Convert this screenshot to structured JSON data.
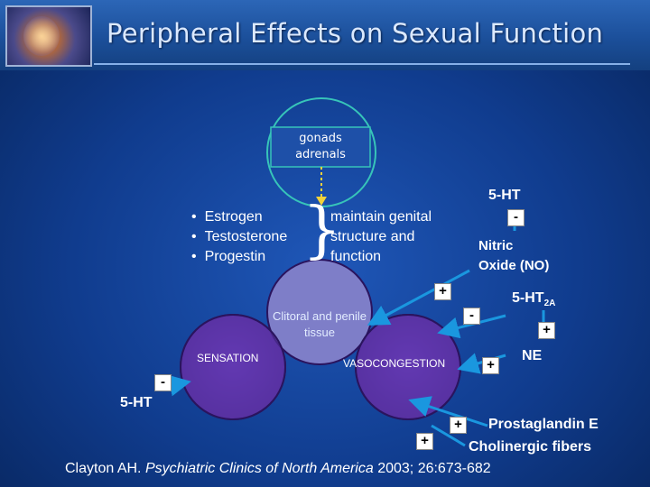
{
  "title": "Peripheral Effects on Sexual Function",
  "source_box": {
    "line1": "gonads",
    "line2": "adrenals"
  },
  "hormones": [
    "Estrogen",
    "Testosterone",
    "Progestin"
  ],
  "hormone_effect": {
    "line1": "maintain genital",
    "line2": "structure and",
    "line3": "function"
  },
  "circles": {
    "center": "Clitoral and penile tissue",
    "left": "SENSATION",
    "right": "VASOCONGESTION"
  },
  "nitric_oxide": {
    "modulator": "5-HT",
    "modulator_sign": "-",
    "line1": "Nitric",
    "line2": "Oxide (NO)",
    "sign_to_tissue": "+"
  },
  "ht2a": {
    "label": "5-HT",
    "subscript": "2A",
    "sign_from": "-",
    "sign_to": "+"
  },
  "ne": {
    "label": "NE",
    "sign": "+"
  },
  "left_modulator": {
    "label": "5-HT",
    "sign": "-"
  },
  "prostaglandin": {
    "line1": "Prostaglandin E",
    "line2": "Cholinergic fibers",
    "sign1": "+",
    "sign2": "+"
  },
  "citation": {
    "author": "Clayton AH.",
    "journal": "Psychiatric Clinics of North America",
    "details": "2003; 26:673-682"
  },
  "colors": {
    "background": "#103c8e",
    "circle_fill": "#5c34a8",
    "circle_outline": "#2a145e",
    "connector": "#37c4b9",
    "arrow": "#1a97df",
    "title_text": "#dbe9ff"
  }
}
